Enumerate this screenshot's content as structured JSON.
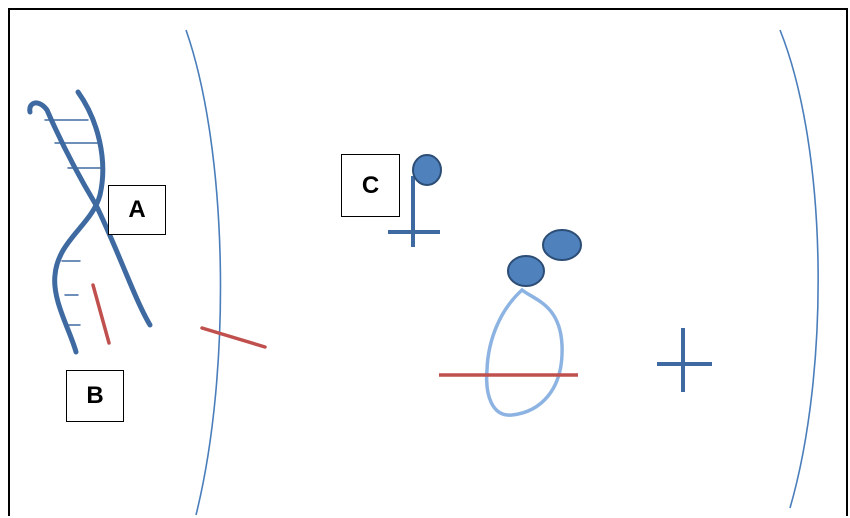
{
  "labels": {
    "a": "A",
    "b": "B",
    "c": "C"
  },
  "colors": {
    "strand": "#3e6aa1",
    "red_segment": "#c0504d",
    "membrane": "#4a7ebb",
    "loop": "#8db3e2",
    "node_fill": "#4f81bd",
    "node_stroke": "#2c4d75"
  }
}
